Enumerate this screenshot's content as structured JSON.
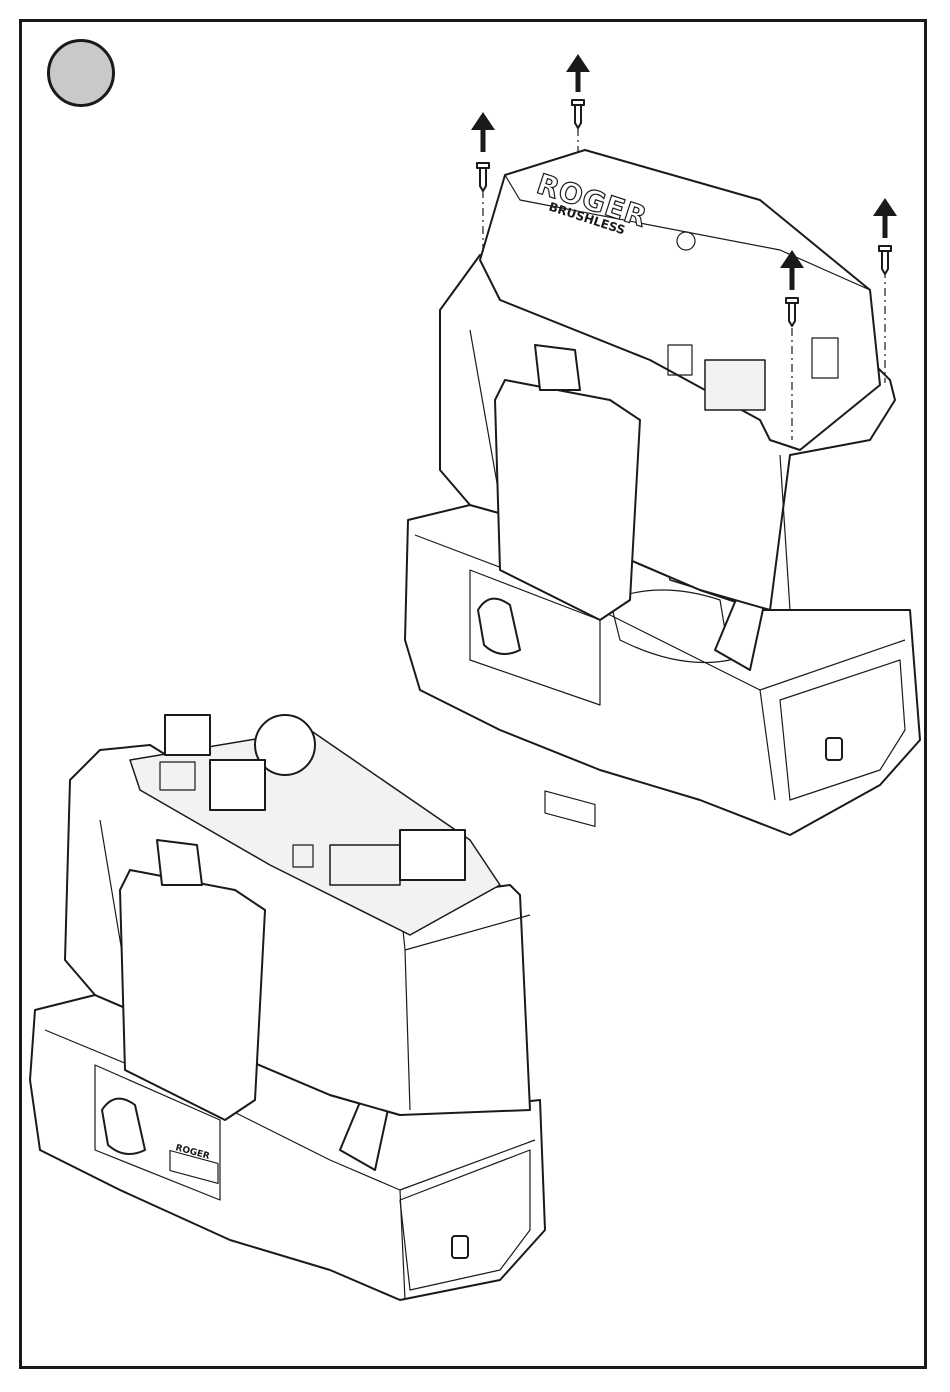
{
  "figure": {
    "step_marker": {
      "fill": "#c9c9c9"
    },
    "cover_logo": {
      "brand": "ROGER",
      "tagline": "BRUSHLESS"
    },
    "body_logo": {
      "brand": "ROGER"
    },
    "screw_count": 4,
    "arrow_direction": "up",
    "colors": {
      "line": "#1a1a1a",
      "background": "#ffffff",
      "marker": "#c9c9c9"
    }
  }
}
